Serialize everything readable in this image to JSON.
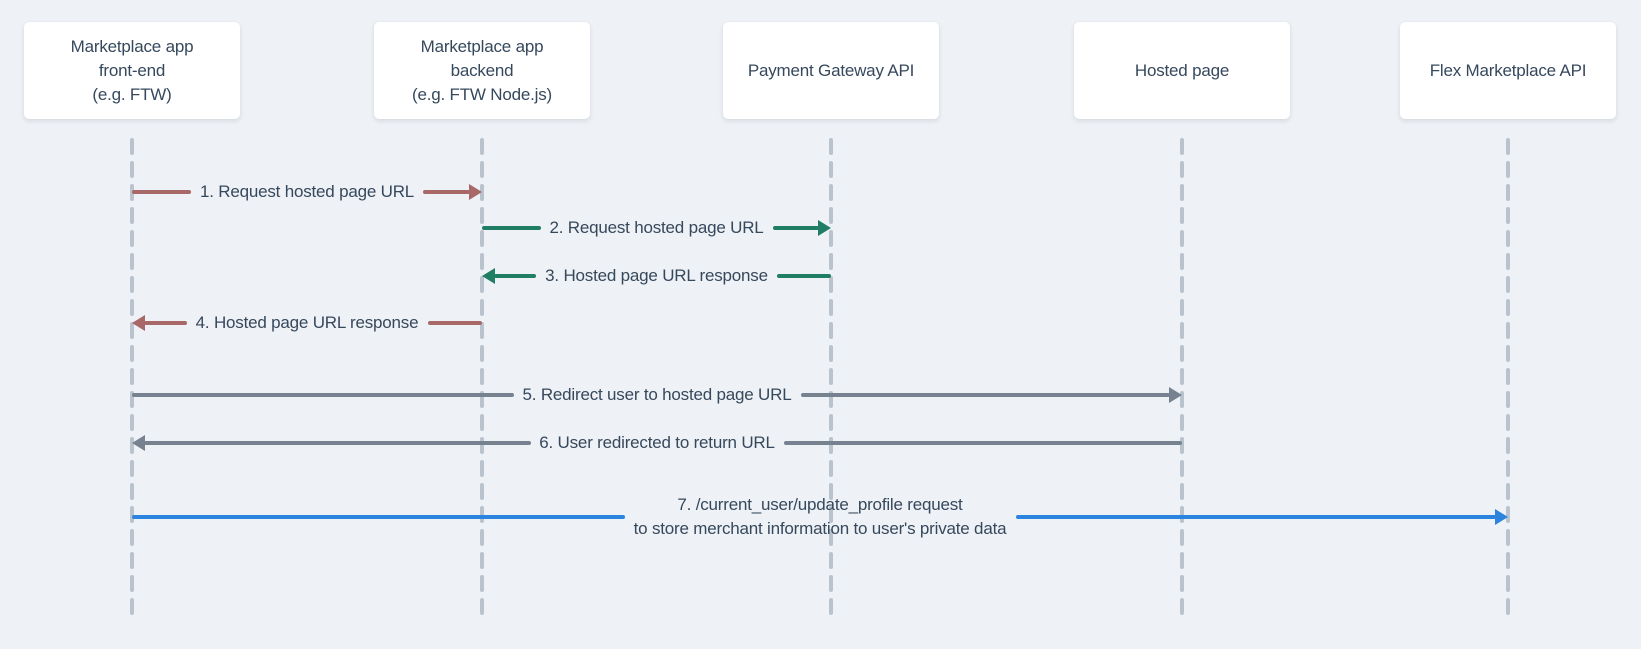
{
  "colors": {
    "background": "#eef1f5",
    "box_bg": "#ffffff",
    "text": "#36485c",
    "lifeline": "#b9c3ce",
    "red": "#a86868",
    "green": "#1f7e63",
    "gray": "#76828f",
    "blue": "#2b84dd"
  },
  "actors": [
    {
      "id": "frontend",
      "lines": [
        "Marketplace app",
        "front-end",
        "(e.g. FTW)"
      ]
    },
    {
      "id": "backend",
      "lines": [
        "Marketplace app",
        "backend",
        "(e.g. FTW Node.js)"
      ]
    },
    {
      "id": "payment-gateway",
      "lines": [
        "Payment Gateway API"
      ]
    },
    {
      "id": "hosted-page",
      "lines": [
        "Hosted page"
      ]
    },
    {
      "id": "flex-api",
      "lines": [
        "Flex Marketplace API"
      ]
    }
  ],
  "arrows": [
    {
      "label": "1. Request hosted page URL",
      "from": 0,
      "to": 1,
      "color": "red"
    },
    {
      "label": "2. Request hosted page URL",
      "from": 1,
      "to": 2,
      "color": "green"
    },
    {
      "label": "3. Hosted page URL response",
      "from": 2,
      "to": 1,
      "color": "green"
    },
    {
      "label": "4. Hosted page URL response",
      "from": 1,
      "to": 0,
      "color": "red"
    },
    {
      "label": "5. Redirect user to hosted page URL",
      "from": 0,
      "to": 3,
      "color": "gray"
    },
    {
      "label": "6. User redirected to return URL",
      "from": 3,
      "to": 0,
      "color": "gray"
    },
    {
      "label": "7. /current_user/update_profile request",
      "label2": "to store merchant information to user's private data",
      "from": 0,
      "to": 4,
      "color": "blue"
    }
  ]
}
